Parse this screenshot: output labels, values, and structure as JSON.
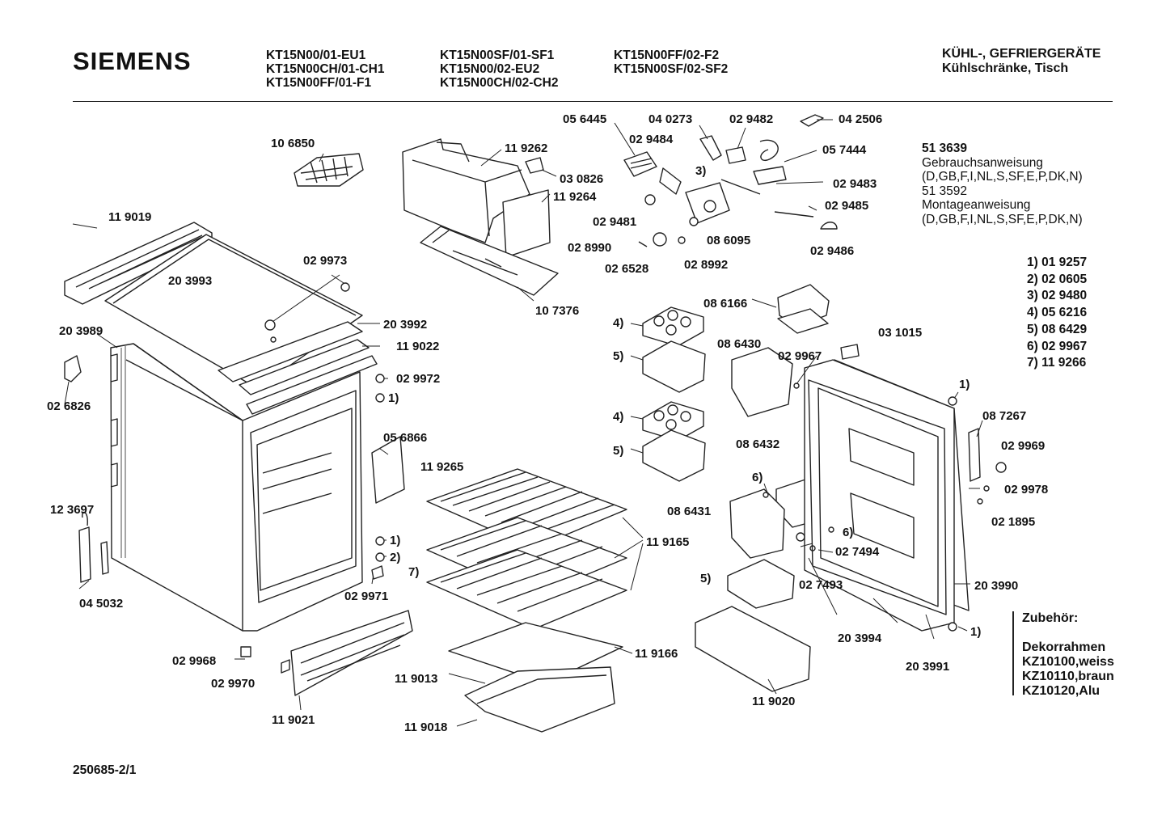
{
  "header": {
    "brand": "SIEMENS",
    "models": [
      [
        "KT15N00/01-EU1",
        "KT15N00CH/01-CH1",
        "KT15N00FF/01-F1"
      ],
      [
        "KT15N00SF/01-SF1",
        "KT15N00/02-EU2",
        "KT15N00CH/02-CH2"
      ],
      [
        "KT15N00FF/02-F2",
        "KT15N00SF/02-SF2"
      ]
    ],
    "category": [
      "KÜHL-, GEFRIERGERÄTE",
      "Kühlschränke, Tisch"
    ]
  },
  "documents": {
    "doc1_no": "51 3639",
    "doc1_name": "Gebrauchsanweisung",
    "doc1_langs": "(D,GB,F,I,NL,S,SF,E,P,DK,N)",
    "doc2_no": "51 3592",
    "doc2_name": "Montageanweisung",
    "doc2_langs": "(D,GB,F,I,NL,S,SF,E,P,DK,N)"
  },
  "footnotes": [
    "1) 01 9257",
    "2) 02 0605",
    "3) 02 9480",
    "4) 05 6216",
    "5) 08 6429",
    "6) 02 9967",
    "7) 11 9266"
  ],
  "accessories": {
    "heading": "Zubehör:",
    "items": [
      "Dekorrahmen",
      "KZ10100,weiss",
      "KZ10110,braun",
      "KZ10120,Alu"
    ]
  },
  "diagram_code": "250685-2/1",
  "part_labels": [
    "10 6850",
    "11 9262",
    "05 6445",
    "04 0273",
    "02 9482",
    "04 2506",
    "02 9484",
    "05 7444",
    "03 0826",
    "11 9264",
    "3)",
    "02 9483",
    "02 9485",
    "02 9481",
    "08 6095",
    "02 8990",
    "02 6528",
    "02 8992",
    "02 9486",
    "10 7376",
    "11 9019",
    "02 9973",
    "20 3993",
    "20 3992",
    "20 3989",
    "11 9022",
    "02 9972",
    "1)",
    "02 6826",
    "08 6166",
    "4)",
    "5)",
    "03 1015",
    "08 6430",
    "02 9967",
    "1)",
    "08 7267",
    "4)",
    "02 9969",
    "5)",
    "05 6866",
    "11 9265",
    "08 6432",
    "02 9978",
    "6)",
    "02 1895",
    "12 3697",
    "08 6431",
    "6)",
    "1)",
    "2)",
    "02 7494",
    "11 9165",
    "7)",
    "5)",
    "20 3990",
    "04 5032",
    "02 9971",
    "02 7493",
    "20 3994",
    "1)",
    "20 3991",
    "11 9166",
    "02 9968",
    "02 9970",
    "11 9013",
    "11 9020",
    "11 9021",
    "11 9018"
  ]
}
